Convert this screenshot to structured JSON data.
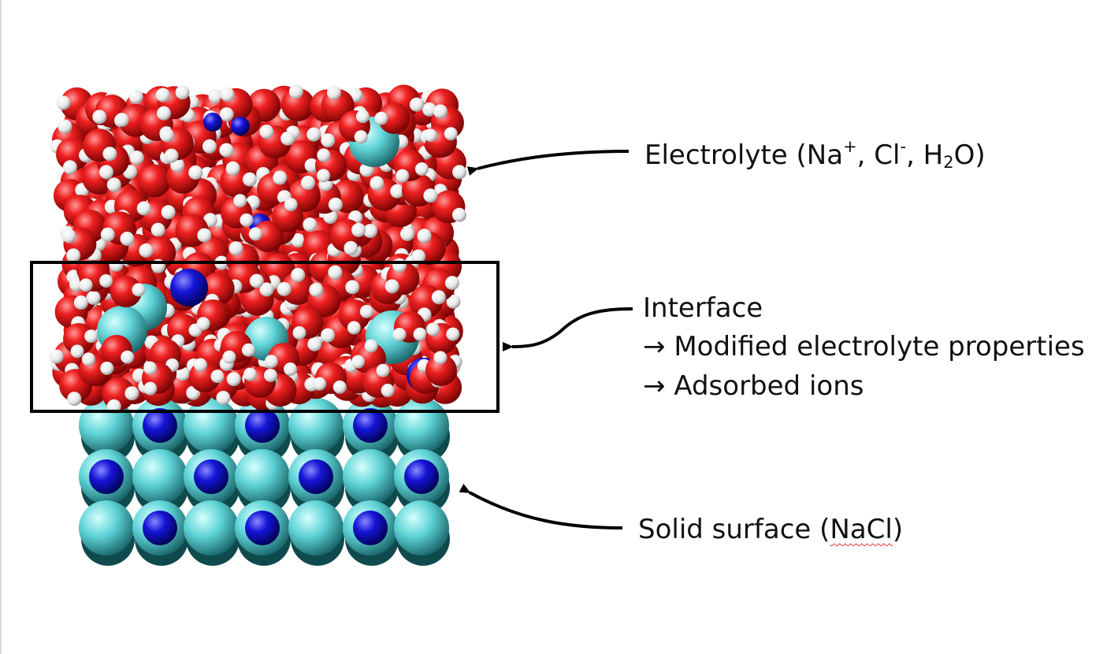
{
  "labels": {
    "electrolyte": {
      "prefix": "Electrolyte (Na",
      "na_charge": "+",
      "sep1": ", Cl",
      "cl_charge": "-",
      "sep2": ", H",
      "h_sub": "2",
      "suffix": "O)"
    },
    "interface": {
      "title": "Interface",
      "arrow_glyph": "→",
      "point1": "Modified electrolyte properties",
      "point2": "Adsorbed ions"
    },
    "solid": {
      "prefix": "Solid surface (",
      "compound": "NaCl",
      "suffix": ")"
    }
  },
  "colors": {
    "oxygen": "#e8121a",
    "hydrogen": "#ffffff",
    "sodium": "#1212d6",
    "chloride": "#5ad0d4",
    "frame": "#000000"
  }
}
